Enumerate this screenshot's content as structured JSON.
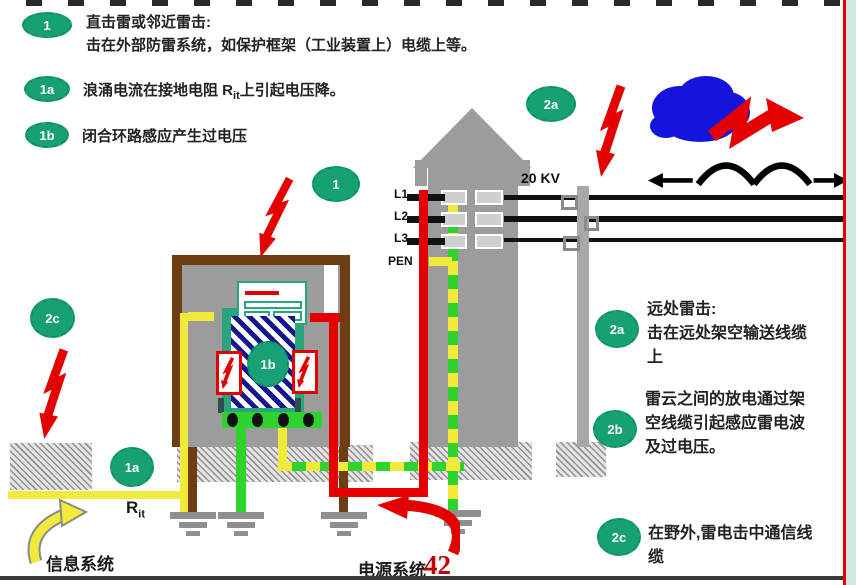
{
  "page_number": "42",
  "legend_left": [
    {
      "id": "1",
      "line1": "直击雷或邻近雷击:",
      "line2": "击在外部防雷系统，如保护框架（工业装置上）电缆上等。"
    },
    {
      "id": "1a",
      "pre": "浪涌电流在接地电阻 R",
      "sub": "it",
      "post": "上引起电压降。"
    },
    {
      "id": "1b",
      "line1": "闭合环路感应产生过电压"
    }
  ],
  "legend_right": [
    {
      "id": "2a",
      "line1": "远处雷击:",
      "line2": "击在远处架空输送线缆",
      "line3": "上"
    },
    {
      "id": "2b",
      "line1": "雷云之间的放电通过架",
      "line2": "空线缆引起感应雷电波",
      "line3": "及过电压。"
    },
    {
      "id": "2c",
      "line1": "在野外,雷电击中通信线",
      "line2": "缆"
    }
  ],
  "diagram": {
    "voltage": "20 KV",
    "phases": [
      "L1",
      "L2",
      "L3",
      "PEN"
    ],
    "resistance": {
      "pre": "R",
      "sub": "it"
    },
    "badge_strike": "1",
    "badge_info": "1a",
    "badge_loop": "1b",
    "badge_tower": "2a",
    "badge_field": "2c",
    "info_system_label": "信息系统",
    "power_system_label": "电源系统"
  },
  "colors": {
    "badge_green": "#17a173",
    "lightning_red": "#e50000",
    "info_yellow": "#f2ea3a",
    "bonding_green": "#2fd32f",
    "frame_brown": "#6e3d12",
    "structure_gray": "#9c9c9c",
    "cloud_blue": "#1414dc",
    "loop_navy": "#16168c",
    "panel_teal": "#2aa47c"
  }
}
